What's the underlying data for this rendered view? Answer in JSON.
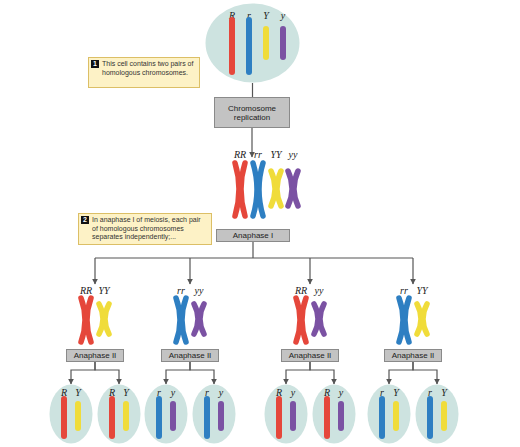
{
  "diagram": {
    "nodes": [
      {
        "text": [
          "1",
          "This cell contains two pairs of homologous chromosomes."
        ]
      },
      {
        "text": [
          "R",
          "r",
          "Y",
          "y"
        ]
      },
      {
        "text": [
          "Chromosome replication"
        ]
      },
      {
        "text": [
          "2",
          "In anaphase I of meiosis, each pair of homologous chromosomes separates independently;..."
        ]
      },
      {
        "text": [
          "Anaphase I"
        ]
      },
      {
        "text": [
          "Anaphase II"
        ]
      },
      {
        "text": [
          "Anaphase II"
        ]
      },
      {
        "text": [
          "Anaphase II"
        ]
      },
      {
        "text": [
          "Anaphase II"
        ]
      },
      {
        "text": [
          "R",
          "Y"
        ]
      },
      {
        "text": [
          "R",
          "Y"
        ]
      },
      {
        "text": [
          "r",
          "y"
        ]
      },
      {
        "text": [
          "r",
          "y"
        ]
      },
      {
        "text": [
          "R",
          "y"
        ]
      },
      {
        "text": [
          "R",
          "y"
        ]
      },
      {
        "text": [
          "r",
          "Y"
        ]
      },
      {
        "text": [
          "r",
          "Y"
        ]
      }
    ],
    "edges": [
      {
        "from": 1,
        "to": 2,
        "arrow": "none"
      },
      {
        "from": 5,
        "to": 9,
        "arrow": "to"
      },
      {
        "from": 5,
        "to": 10,
        "arrow": "to"
      },
      {
        "from": 6,
        "to": 11,
        "arrow": "to"
      },
      {
        "from": 6,
        "to": 12,
        "arrow": "to"
      },
      {
        "from": 7,
        "to": 13,
        "arrow": "to"
      },
      {
        "from": 7,
        "to": 14,
        "arrow": "to"
      },
      {
        "from": 8,
        "to": 15,
        "arrow": "to"
      },
      {
        "from": 8,
        "to": 16,
        "arrow": "to"
      }
    ],
    "labels": [
      "RR",
      "rr",
      "YY",
      "yy",
      "RR",
      "YY",
      "rr",
      "yy",
      "RR",
      "yy",
      "rr",
      "YY"
    ]
  }
}
